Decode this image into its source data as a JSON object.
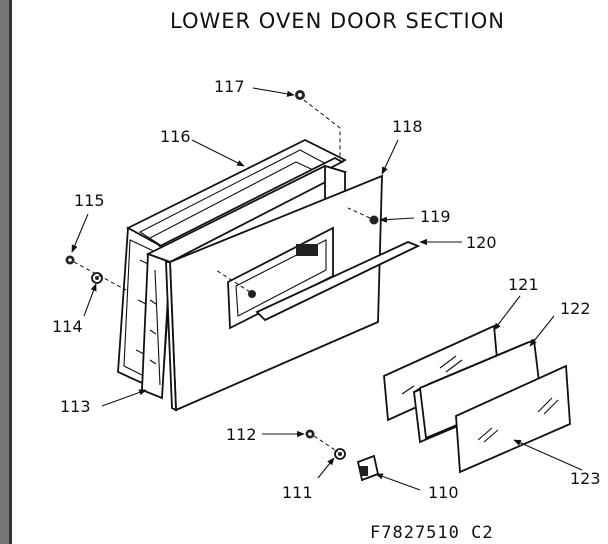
{
  "diagram": {
    "title": "LOWER OVEN DOOR SECTION",
    "drawing_code": "F7827510 C2",
    "callouts": [
      {
        "id": "117",
        "label": "117"
      },
      {
        "id": "116",
        "label": "116"
      },
      {
        "id": "118",
        "label": "118"
      },
      {
        "id": "115",
        "label": "115"
      },
      {
        "id": "119",
        "label": "119"
      },
      {
        "id": "120",
        "label": "120"
      },
      {
        "id": "114",
        "label": "114"
      },
      {
        "id": "121",
        "label": "121"
      },
      {
        "id": "122",
        "label": "122"
      },
      {
        "id": "113",
        "label": "113"
      },
      {
        "id": "112",
        "label": "112"
      },
      {
        "id": "123",
        "label": "123"
      },
      {
        "id": "111",
        "label": "111"
      },
      {
        "id": "110",
        "label": "110"
      }
    ]
  }
}
